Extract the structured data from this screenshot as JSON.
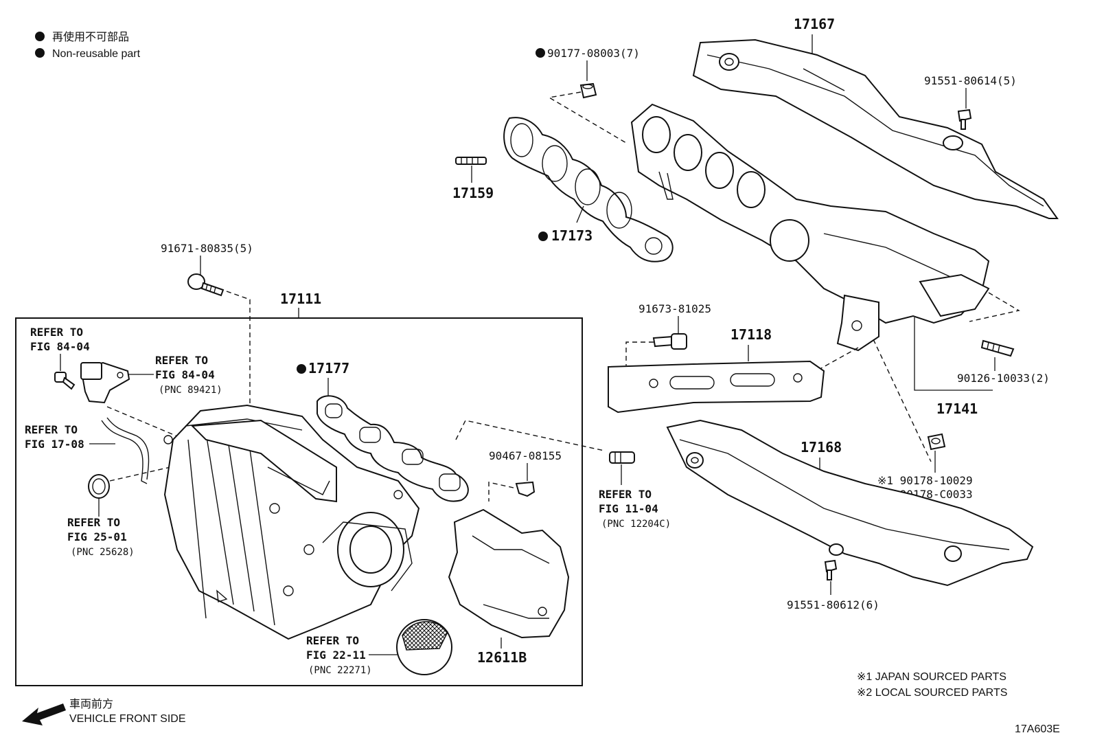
{
  "legend": {
    "jp": "再使用不可部品",
    "en": "Non-reusable part"
  },
  "direction": {
    "jp": "車両前方",
    "en": "VEHICLE FRONT SIDE"
  },
  "figure_code": "17A603E",
  "footnotes": [
    "※1 JAPAN SOURCED PARTS",
    "※2 LOCAL SOURCED PARTS"
  ],
  "parts": {
    "p17167": "17167",
    "p90177": "90177-08003(7)",
    "p91551_614": "91551-80614(5)",
    "p17159": "17159",
    "p17173": "17173",
    "p91671": "91671-80835(5)",
    "p17111": "17111",
    "p91673": "91673-81025",
    "p17118": "17118",
    "p90126": "90126-10033(2)",
    "p17141": "17141",
    "p17177": "17177",
    "p17168": "17168",
    "p90178_1": "※1 90178-10029",
    "p90178_2": "※2 90178-C0033",
    "p90467": "90467-08155",
    "p12611B": "12611B",
    "p91551_612": "91551-80612(6)"
  },
  "refs": {
    "r1_a": "REFER TO",
    "r1_b": "FIG 84-04",
    "r2_a": "REFER TO",
    "r2_b": "FIG 84-04",
    "r2_c": "(PNC 89421)",
    "r3_a": "REFER TO",
    "r3_b": "FIG 17-08",
    "r4_a": "REFER TO",
    "r4_b": "FIG 25-01",
    "r4_c": "(PNC 25628)",
    "r5_a": "REFER TO",
    "r5_b": "FIG 11-04",
    "r5_c": "(PNC 12204C)",
    "r6_a": "REFER TO",
    "r6_b": "FIG 22-11",
    "r6_c": "(PNC 22271)"
  },
  "icons": {
    "non_reusable": "filled-dot-icon",
    "direction": "arrow-left-down-icon"
  }
}
